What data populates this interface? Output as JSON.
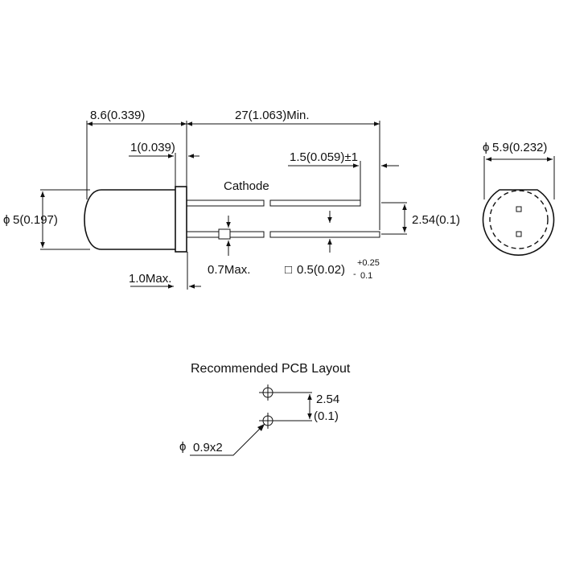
{
  "led_drawing": {
    "dims": {
      "body_length": "8.6(0.339)",
      "lead_length": "27(1.063)Min.",
      "flange": "1(0.039)",
      "lead_stub": "1.5(0.059)±1",
      "cathode": "Cathode",
      "diameter": "5(0.197)",
      "pitch": "2.54(0.1)",
      "lead_bend": "0.7Max.",
      "lead_square_main": "0.5(0.02)",
      "tol_plus": "+0.25",
      "tol_minus": "0.1",
      "flange_max": "1.0Max.",
      "flange_dia": "5.9(0.232)"
    },
    "symbols": {
      "phi": "ϕ",
      "square": "□",
      "minus": "-"
    }
  },
  "pcb_layout": {
    "title": "Recommended PCB Layout",
    "pitch_mm": "2.54",
    "pitch_in": "(0.1)",
    "hole": "0.9x2"
  }
}
